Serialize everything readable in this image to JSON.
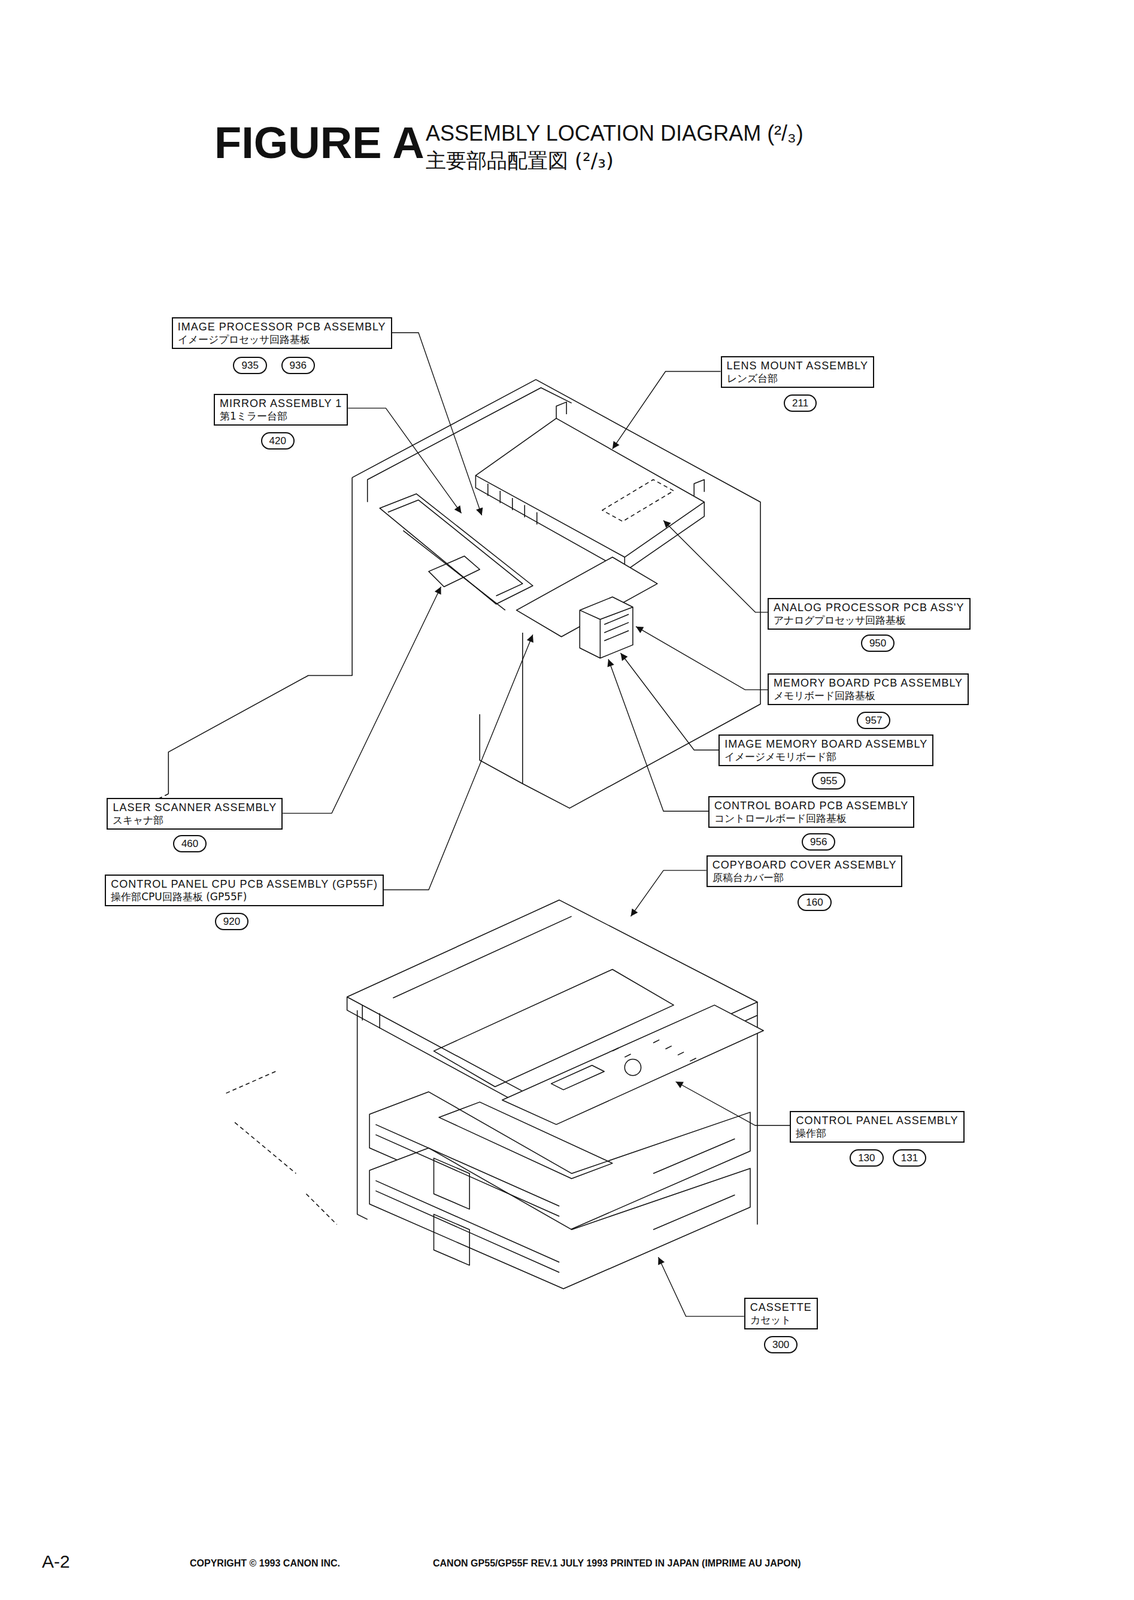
{
  "diagram": {
    "title": "ASSEMBLY LOCATION DIAGRAM (²/₃)",
    "nodes": [
      {
        "text": [
          "IMAGE PROCESSOR PCB ASSEMBLY",
          "イメージプロセッサ回路基板"
        ]
      },
      {
        "text": [
          "935"
        ]
      },
      {
        "text": [
          "936"
        ]
      },
      {
        "text": [
          "MIRROR ASSEMBLY 1",
          "第1ミラー台部"
        ]
      },
      {
        "text": [
          "420"
        ]
      },
      {
        "text": [
          "LENS MOUNT ASSEMBLY",
          "レンズ台部"
        ]
      },
      {
        "text": [
          "211"
        ]
      },
      {
        "text": [
          "ANALOG PROCESSOR PCB ASS'Y",
          "アナログプロセッサ回路基板"
        ]
      },
      {
        "text": [
          "950"
        ]
      },
      {
        "text": [
          "MEMORY BOARD PCB ASSEMBLY",
          "メモリボード回路基板"
        ]
      },
      {
        "text": [
          "957"
        ]
      },
      {
        "text": [
          "IMAGE MEMORY BOARD ASSEMBLY",
          "イメージメモリボード部"
        ]
      },
      {
        "text": [
          "955"
        ]
      },
      {
        "text": [
          "CONTROL BOARD PCB ASSEMBLY",
          "コントロールボード回路基板"
        ]
      },
      {
        "text": [
          "956"
        ]
      },
      {
        "text": [
          "LASER SCANNER ASSEMBLY",
          "スキャナ部"
        ]
      },
      {
        "text": [
          "460"
        ]
      },
      {
        "text": [
          "CONTROL PANEL CPU PCB ASSEMBLY (GP55F)",
          "操作部CPU回路基板 (GP55F)"
        ]
      },
      {
        "text": [
          "920"
        ]
      },
      {
        "text": [
          "COPYBOARD COVER ASSEMBLY",
          "原稿台カバー部"
        ]
      },
      {
        "text": [
          "160"
        ]
      },
      {
        "text": [
          "CONTROL PANEL ASSEMBLY",
          "操作部"
        ]
      },
      {
        "text": [
          "130"
        ]
      },
      {
        "text": [
          "131"
        ]
      },
      {
        "text": [
          "CASSETTE",
          "カセット"
        ]
      },
      {
        "text": [
          "300"
        ]
      }
    ],
    "labels": [
      "FIGURE A",
      "主要部品配置図 (²/₃)",
      "A-2",
      "COPYRIGHT © 1993 CANON INC.",
      "CANON GP55/GP55F REV.1 JULY 1993 PRINTED IN JAPAN (IMPRIME AU JAPON)"
    ]
  }
}
